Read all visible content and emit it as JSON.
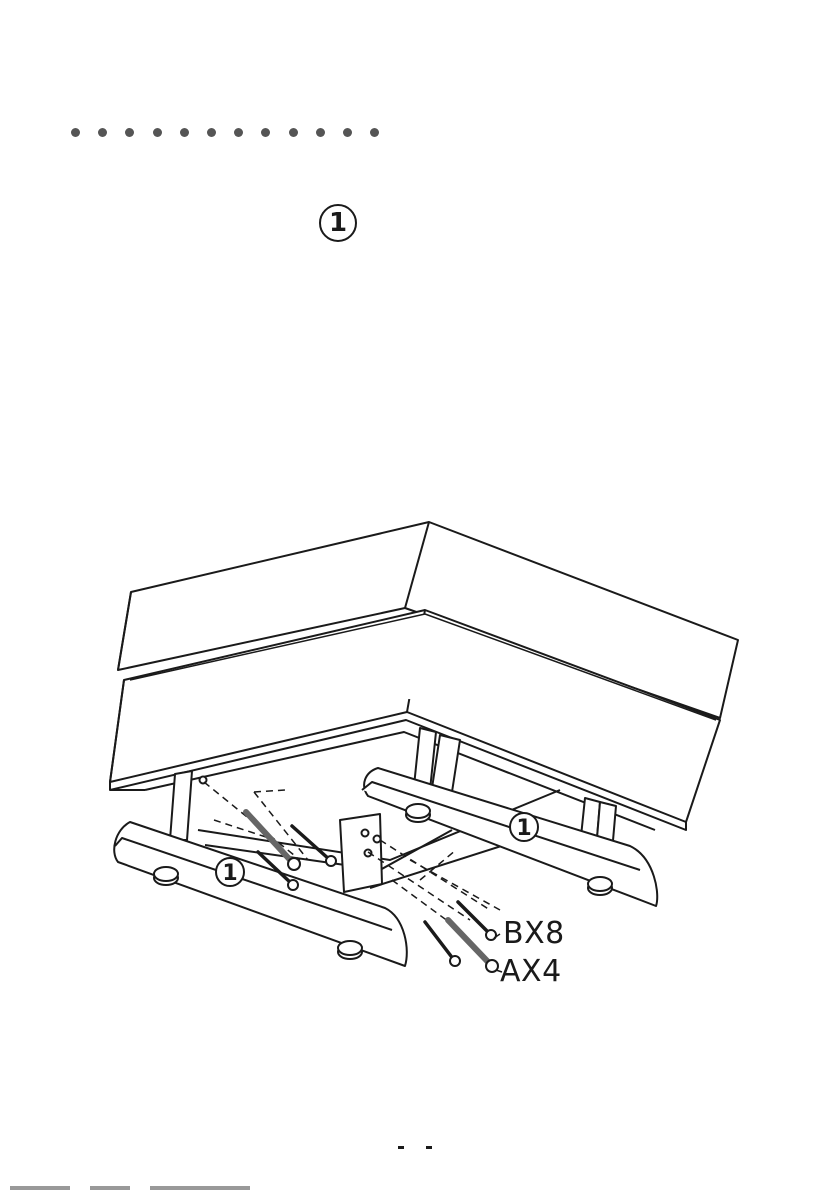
{
  "header": {
    "dot_count": 12,
    "dot_color": "#555555"
  },
  "step": {
    "number": "1"
  },
  "diagram": {
    "part_label_left": "1",
    "part_label_right": "1",
    "screw_b_label": "BX8",
    "screw_a_label": "AX4"
  }
}
